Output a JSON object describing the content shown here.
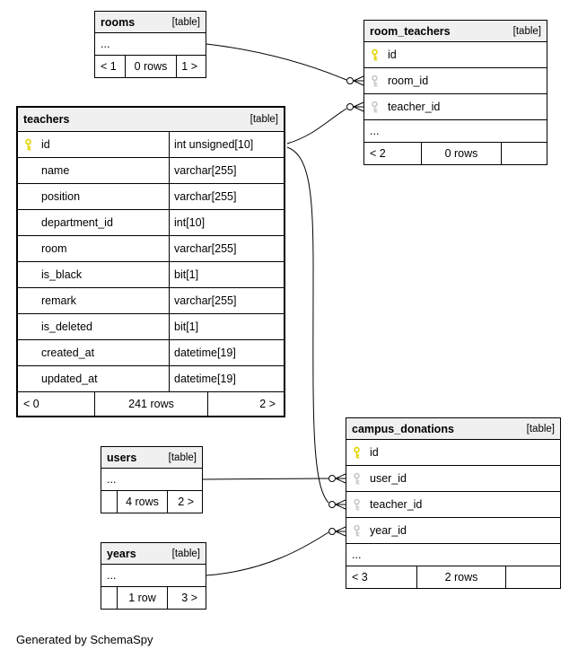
{
  "footer_note": "Generated by SchemaSpy",
  "colors": {
    "primary_key": "#e3d400",
    "foreign_key": "#c9c9c9",
    "header_bg": "#f0f0f0",
    "line": "#000000"
  },
  "icons": {
    "primary_key": "key-icon",
    "foreign_key": "key-icon"
  },
  "tables": {
    "rooms": {
      "title": "rooms",
      "tag": "[table]",
      "ellipsis": "...",
      "footer": {
        "prev": "< 1",
        "count": "0 rows",
        "next": "1 >"
      }
    },
    "room_teachers": {
      "title": "room_teachers",
      "tag": "[table]",
      "ellipsis": "...",
      "columns": [
        {
          "name": "id",
          "key": "primary"
        },
        {
          "name": "room_id",
          "key": "foreign"
        },
        {
          "name": "teacher_id",
          "key": "foreign"
        }
      ],
      "footer": {
        "prev": "< 2",
        "count": "0 rows",
        "next": ""
      }
    },
    "teachers": {
      "title": "teachers",
      "tag": "[table]",
      "columns": [
        {
          "name": "id",
          "type": "int unsigned[10]",
          "key": "primary"
        },
        {
          "name": "name",
          "type": "varchar[255]"
        },
        {
          "name": "position",
          "type": "varchar[255]"
        },
        {
          "name": "department_id",
          "type": "int[10]"
        },
        {
          "name": "room",
          "type": "varchar[255]"
        },
        {
          "name": "is_black",
          "type": "bit[1]"
        },
        {
          "name": "remark",
          "type": "varchar[255]"
        },
        {
          "name": "is_deleted",
          "type": "bit[1]"
        },
        {
          "name": "created_at",
          "type": "datetime[19]"
        },
        {
          "name": "updated_at",
          "type": "datetime[19]"
        }
      ],
      "footer": {
        "prev": "< 0",
        "count": "241 rows",
        "next": "2 >"
      }
    },
    "users": {
      "title": "users",
      "tag": "[table]",
      "ellipsis": "...",
      "footer": {
        "prev": "",
        "count": "4 rows",
        "next": "2 >"
      }
    },
    "years": {
      "title": "years",
      "tag": "[table]",
      "ellipsis": "...",
      "footer": {
        "prev": "",
        "count": "1 row",
        "next": "3 >"
      }
    },
    "campus_donations": {
      "title": "campus_donations",
      "tag": "[table]",
      "ellipsis": "...",
      "columns": [
        {
          "name": "id",
          "key": "primary"
        },
        {
          "name": "user_id",
          "key": "foreign"
        },
        {
          "name": "teacher_id",
          "key": "foreign"
        },
        {
          "name": "year_id",
          "key": "foreign"
        }
      ],
      "footer": {
        "prev": "< 3",
        "count": "2 rows",
        "next": ""
      }
    }
  }
}
